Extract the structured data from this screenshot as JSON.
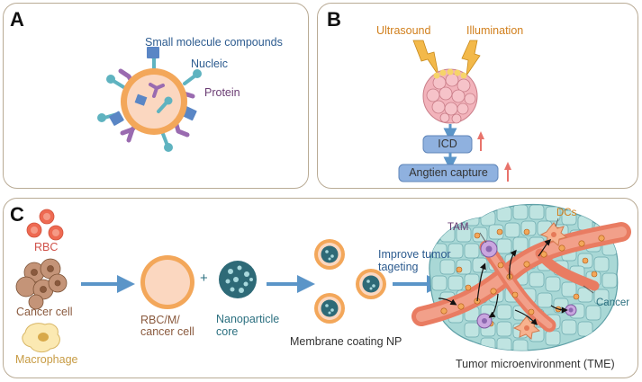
{
  "panels": {
    "a": {
      "letter": "A",
      "labels": {
        "small_molecule": "Small molecule compounds",
        "nucleic": "Nucleic",
        "protein": "Protein"
      }
    },
    "b": {
      "letter": "B",
      "labels": {
        "ultrasound": "Ultrasound",
        "illumination": "Illumination",
        "icd": "ICD",
        "antigen": "Angtien capture"
      }
    },
    "c": {
      "letter": "C",
      "labels": {
        "rbc": "RBC",
        "cancer_cell": "Cancer cell",
        "macrophage": "Macrophage",
        "rbc_m_line1": "RBC/M/",
        "rbc_m_line2": "cancer cell",
        "plus": "+",
        "nano_line1": "Nanoparticle",
        "nano_line2": "core",
        "membrane_np": "Membrane coating NP",
        "improve_line1": "Improve tumor",
        "improve_line2": "tageting",
        "tam": "TAM",
        "dcs": "DCs",
        "cancer": "Cancer",
        "tme": "Tumor microenvironment (TME)"
      }
    }
  },
  "colors": {
    "frame": "#b9ab95",
    "membrane_orange": "#f3a75a",
    "core_pink": "#fbd7c0",
    "arrow_blue": "#5b95c8",
    "box_blue": "#8fb1df",
    "rbc_red": "#ee6a52",
    "vessel": "#e97c62",
    "tumor_teal": "#a9d8d6"
  }
}
